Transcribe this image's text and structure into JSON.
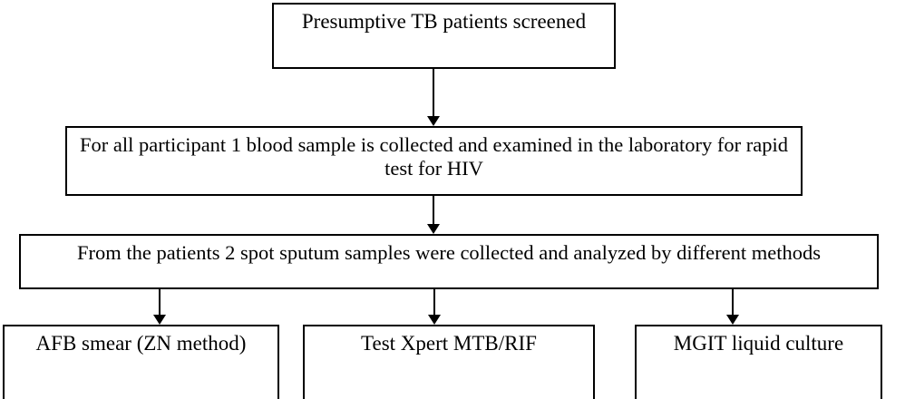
{
  "diagram": {
    "type": "flowchart",
    "orientation": "top-to-bottom",
    "background_color": "#ffffff",
    "line_color": "#000000",
    "text_color": "#000000",
    "nodes": [
      {
        "id": "screened",
        "label": "Presumptive TB patients screened",
        "shape": "rectangle",
        "level": 1
      },
      {
        "id": "blood-sample",
        "label": "For all participant 1 blood sample is collected and examined in the laboratory for rapid test for HIV",
        "shape": "rectangle",
        "level": 2
      },
      {
        "id": "sputum",
        "label": "From the patients 2 spot sputum samples were collected and analyzed by different methods",
        "shape": "rectangle",
        "level": 3
      },
      {
        "id": "afb-smear",
        "label": "AFB smear (ZN method)",
        "shape": "rectangle",
        "level": 4
      },
      {
        "id": "xpert",
        "label": "Test Xpert MTB/RIF",
        "shape": "rectangle",
        "level": 4
      },
      {
        "id": "mgit",
        "label": "MGIT liquid culture",
        "shape": "rectangle",
        "level": 4
      }
    ],
    "edges": [
      {
        "from": "screened",
        "to": "blood-sample",
        "arrow": "down"
      },
      {
        "from": "blood-sample",
        "to": "sputum",
        "arrow": "down"
      },
      {
        "from": "sputum",
        "to": "afb-smear",
        "arrow": "down"
      },
      {
        "from": "sputum",
        "to": "xpert",
        "arrow": "down"
      },
      {
        "from": "sputum",
        "to": "mgit",
        "arrow": "down"
      }
    ]
  }
}
